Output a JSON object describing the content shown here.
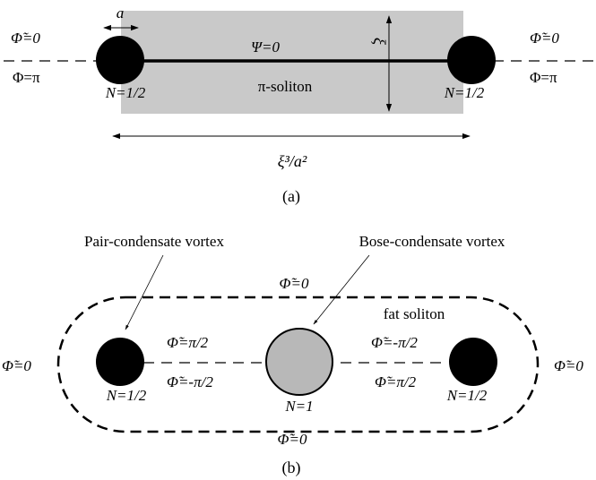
{
  "panel_a": {
    "phi_tilde_left": "Φ̃=0",
    "phi_left": "Φ=π",
    "phi_tilde_right": "Φ̃=0",
    "phi_right": "Φ=π",
    "a_label": "a",
    "psi_label": "Ψ=0",
    "xi_label": "ξ",
    "soliton_label": "π-soliton",
    "n_left": "N=1/2",
    "n_right": "N=1/2",
    "length_label": "ξ³/a²",
    "caption": "(a)"
  },
  "panel_b": {
    "pair_vortex_label": "Pair-condensate vortex",
    "bose_vortex_label": "Bose-condensate vortex",
    "phi_top": "Φ̃=0",
    "fat_soliton_label": "fat soliton",
    "phi_outer_left": "Φ̃=0",
    "phi_outer_right": "Φ̃=0",
    "phi_left_upper": "Φ̃=π/2",
    "phi_left_lower": "Φ̃=-π/2",
    "phi_right_upper": "Φ̃=-π/2",
    "phi_right_lower": "Φ̃=π/2",
    "n_left": "N=1/2",
    "n_center": "N=1",
    "n_right": "N=1/2",
    "phi_bottom": "Φ̃=0",
    "caption": "(b)"
  },
  "colors": {
    "soliton_fill": "#c9c9c9",
    "bose_vortex_fill": "#b8b8b8",
    "vortex_fill": "#000000"
  }
}
